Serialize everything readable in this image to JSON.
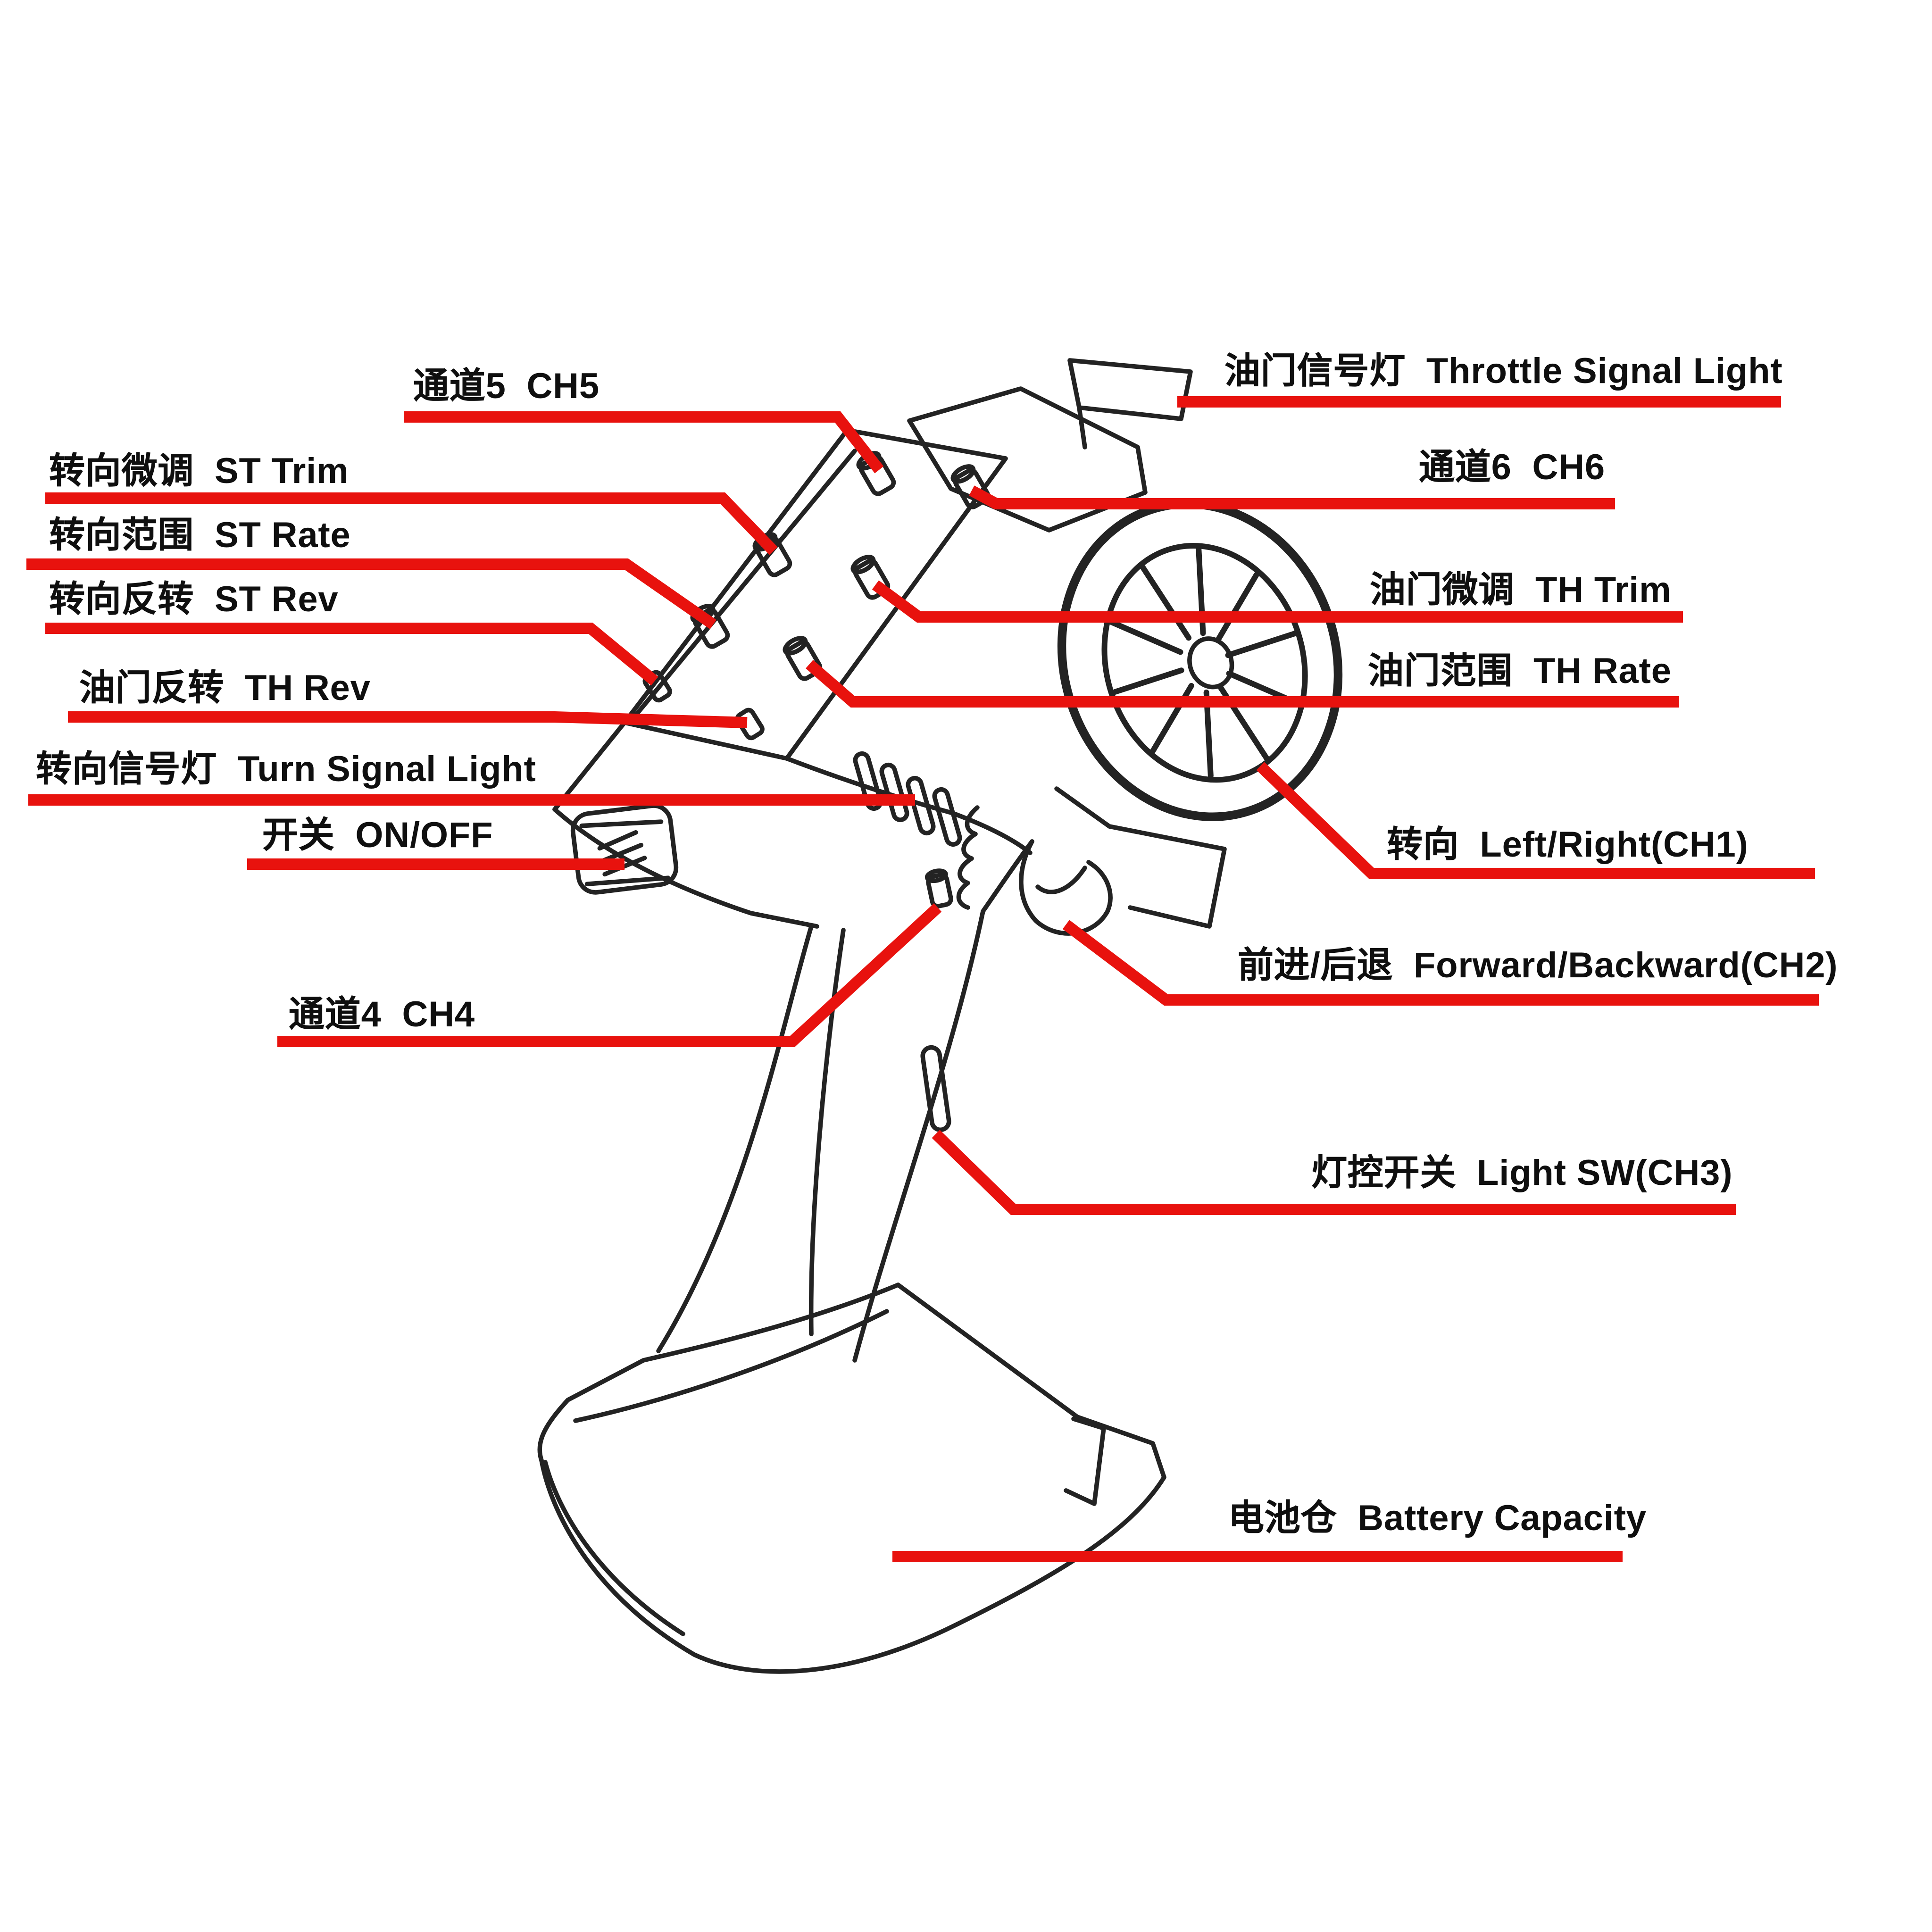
{
  "figure": {
    "type": "annotated-parts-diagram",
    "subject": "RC pistol-grip radio transmitter"
  },
  "colors": {
    "leader_red": "#e8120e",
    "line_art": "#232323",
    "background": "#ffffff",
    "text": "#0f0f0f"
  },
  "labels": {
    "ch5": "通道5  CH5",
    "throttle_signal_light": "油门信号灯  Throttle Signal Light",
    "st_trim": "转向微调  ST Trim",
    "ch6": "通道6  CH6",
    "st_rate": "转向范围  ST Rate",
    "st_rev": "转向反转  ST Rev",
    "th_trim": "油门微调  TH Trim",
    "th_rev": "油门反转  TH Rev",
    "th_rate": "油门范围  TH Rate",
    "turn_signal_light": "转向信号灯  Turn Signal Light",
    "on_off": "开关  ON/OFF",
    "ch1": "转向  Left/Right(CH1)",
    "ch2": "前进/后退  Forward/Backward(CH2)",
    "ch4": "通道4  CH4",
    "light_sw": "灯控开关  Light SW(CH3)",
    "battery": "电池仓  Battery Capacity"
  }
}
